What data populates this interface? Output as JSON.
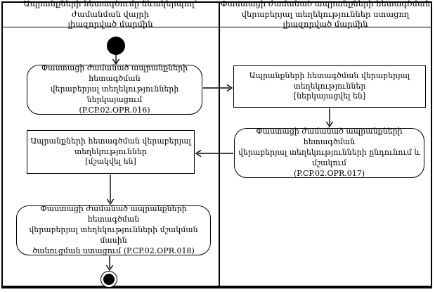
{
  "diagram": {
    "type": "uml-activity-swimlane",
    "colors": {
      "line": "#000000",
      "background": "#ffffff"
    },
    "lanes": [
      {
        "title": "Ապրանքների հետագծումը ձևակերպող՝ ժամանման վայրի\nլիազորված մարմին"
      },
      {
        "title": "Փաստացի ժամանած ապրանքների հետագծման\nվերաբերյալ տեղեկություններ ստացող լիազորված մարմին"
      }
    ],
    "nodes": {
      "start": {
        "kind": "initial-node"
      },
      "activity_016": {
        "kind": "activity",
        "text": "Փաստացի ժամանած ապրանքների հետագծման\nվերաբերյալ տեղեկությունների ներկայացում\n(P.CP.02.OPR.016)"
      },
      "state_submitted": {
        "kind": "object-state",
        "text": "Ապրանքների հետագծման վերաբերյալ\nտեղեկություններ\n[ներկայացվել են]"
      },
      "activity_017": {
        "kind": "activity",
        "text": "Փաստացի ժամանած ապրանքների հետագծման\nվերաբերյալ տեղեկությունների ընդունում և\nմշակում\n(P.CP.02.OPR.017)"
      },
      "state_processed": {
        "kind": "object-state",
        "text": "Ապրանքների հետագծման վերաբերյալ\nտեղեկություններ\n[մշակվել են]"
      },
      "activity_018": {
        "kind": "activity",
        "text": "Փաստացի ժամանած ապրանքների հետագծման\nվերաբերյալ տեղեկությունների մշակման մասին\nծանուցման ստացում (P.CP.02.OPR.018)"
      },
      "final": {
        "kind": "activity-final-node"
      }
    },
    "flows": [
      "start -> activity_016",
      "activity_016 -> state_submitted",
      "state_submitted -> activity_017",
      "activity_017 -> state_processed",
      "state_processed -> activity_018",
      "activity_018 -> final"
    ]
  }
}
